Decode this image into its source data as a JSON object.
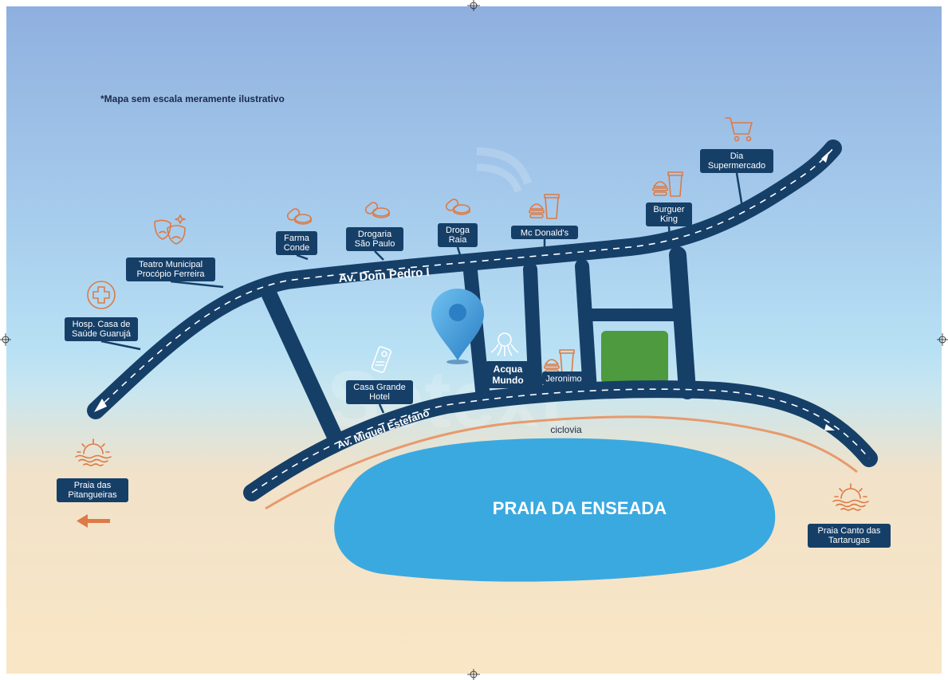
{
  "map": {
    "note": "*Mapa sem escala meramente ilustrativo",
    "watermark": "Setext",
    "colors": {
      "sky_top": "#8fb2df",
      "sky_mid": "#b6d9f0",
      "sand": "#f8e6c6",
      "road": "#163f68",
      "label_bg": "#163f68",
      "label_text": "#ffffff",
      "icon": "#de7a45",
      "beach": "#39a8df",
      "park": "#4d9a3f",
      "bike_path": "#e79a6e",
      "pin": "#3d9ad9"
    },
    "streets": {
      "dom_pedro": "Av. Dom Pedro I",
      "miguel_estefano": "Av. Miguel Estefano",
      "bike_path": "ciclovia"
    },
    "beach_name": "PRAIA DA ENSEADA",
    "acqua_mundo": [
      "Acqua",
      "Mundo"
    ],
    "places": [
      {
        "id": "hospital",
        "icon": "hospital-cross-icon",
        "lines": [
          "Hosp. Casa de",
          "Saúde Guarujá"
        ]
      },
      {
        "id": "teatro",
        "icon": "theater-masks-icon",
        "lines": [
          "Teatro Municipal",
          "Procópio Ferreira"
        ]
      },
      {
        "id": "farma-conde",
        "icon": "pills-icon",
        "lines": [
          "Farma",
          "Conde"
        ]
      },
      {
        "id": "drogaria-sao-paulo",
        "icon": "pills-icon",
        "lines": [
          "Drogaria",
          "São Paulo"
        ]
      },
      {
        "id": "droga-raia",
        "icon": "pills-icon",
        "lines": [
          "Droga",
          "Raia"
        ]
      },
      {
        "id": "mcdonalds",
        "icon": "burger-drink-icon",
        "lines": [
          "Mc Donald's"
        ]
      },
      {
        "id": "burger-king",
        "icon": "burger-drink-icon",
        "lines": [
          "Burguer",
          "King"
        ]
      },
      {
        "id": "dia",
        "icon": "shopping-cart-icon",
        "lines": [
          "Dia",
          "Supermercado"
        ]
      },
      {
        "id": "casa-grande",
        "icon": "hotel-key-icon",
        "lines": [
          "Casa Grande",
          "Hotel"
        ]
      },
      {
        "id": "jeronimo",
        "icon": "burger-drink-icon",
        "lines": [
          "Jeronimo"
        ]
      },
      {
        "id": "pitangueiras",
        "icon": "sunset-icon",
        "lines": [
          "Praia das",
          "Pitangueiras"
        ]
      },
      {
        "id": "tartarugas",
        "icon": "sunset-icon",
        "lines": [
          "Praia Canto das",
          "Tartarugas"
        ]
      }
    ]
  }
}
